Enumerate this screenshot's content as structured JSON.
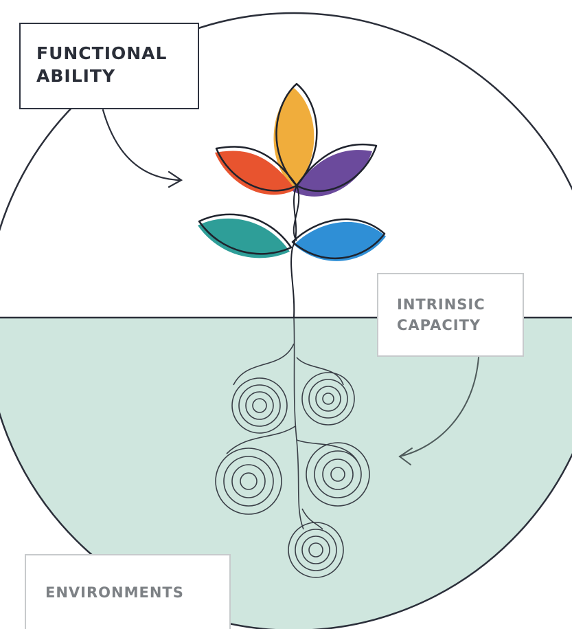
{
  "labels": {
    "functional_ability": [
      "FUNCTIONAL",
      "ABILITY"
    ],
    "intrinsic_capacity": [
      "INTRINSIC",
      "CAPACITY"
    ],
    "environments": "ENVIRONMENTS"
  },
  "colors": {
    "ground_fill": "#cfe6de",
    "outline": "#2b2f3a",
    "leaf_yellow": "#f0ad3c",
    "leaf_red": "#e8542f",
    "leaf_purple": "#6b4a9c",
    "leaf_teal": "#2e9e98",
    "leaf_blue": "#2f8fd6"
  },
  "icons": {
    "plant": "plant-icon",
    "root_spirals": "spiral-root-icon",
    "arrows": "curved-arrow-icon"
  }
}
